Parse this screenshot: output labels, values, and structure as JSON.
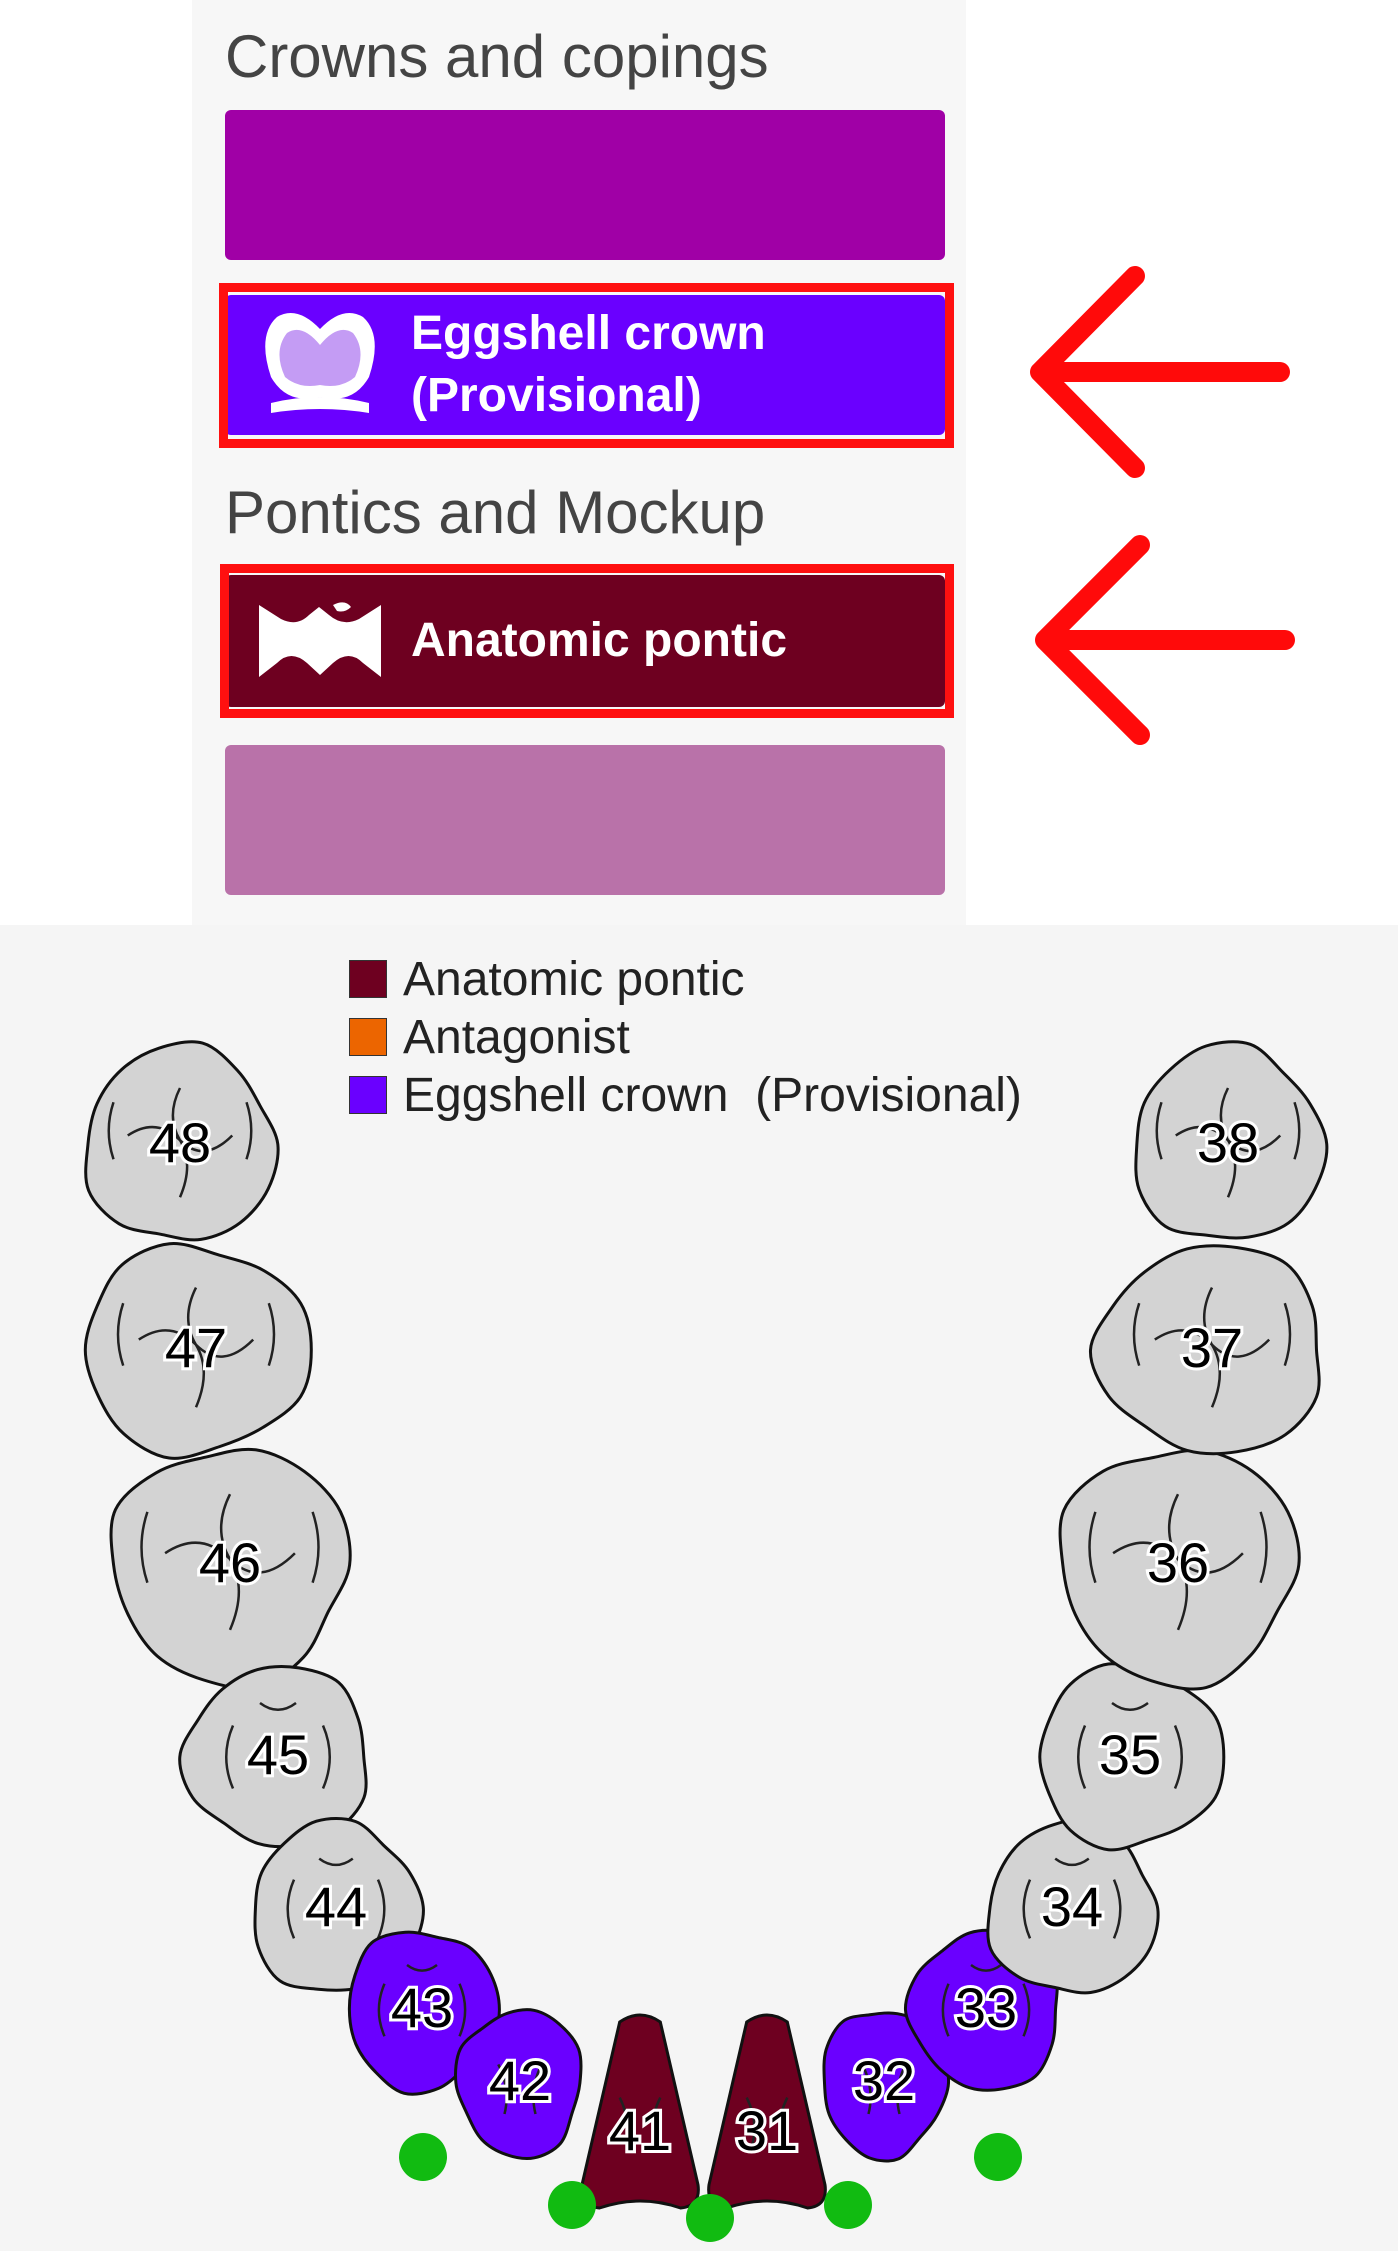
{
  "menu": {
    "crowns_section_title": "Crowns and copings",
    "pontics_section_title": "Pontics and Mockup",
    "buttons": {
      "crowns_top": {
        "label": "",
        "color": "#a000a6"
      },
      "eggshell": {
        "label_line1": "Eggshell crown",
        "label_line2": "(Provisional)",
        "color": "#6a00ff",
        "icon": "eggshell-crown-icon"
      },
      "anatomic_pontic": {
        "label": "Anatomic pontic",
        "color": "#6e0020",
        "icon": "anatomic-pontic-icon"
      },
      "pontics_bottom": {
        "label": "",
        "color": "#b972a9"
      }
    },
    "highlight_color": "#ff1010",
    "arrow_color": "#ff0a0a"
  },
  "legend": [
    {
      "label": "Anatomic pontic",
      "color": "#6e0020"
    },
    {
      "label": "Antagonist",
      "color": "#ec6500"
    },
    {
      "label": "Eggshell crown  (Provisional)",
      "color": "#6a00ff"
    }
  ],
  "teeth": [
    {
      "number": "48",
      "status": "none",
      "color": "#d3d3d3"
    },
    {
      "number": "47",
      "status": "none",
      "color": "#d3d3d3"
    },
    {
      "number": "46",
      "status": "none",
      "color": "#d3d3d3"
    },
    {
      "number": "45",
      "status": "none",
      "color": "#d3d3d3"
    },
    {
      "number": "44",
      "status": "none",
      "color": "#d3d3d3"
    },
    {
      "number": "43",
      "status": "eggshell",
      "color": "#6a00ff"
    },
    {
      "number": "42",
      "status": "eggshell",
      "color": "#6a00ff"
    },
    {
      "number": "41",
      "status": "pontic",
      "color": "#6e0020"
    },
    {
      "number": "31",
      "status": "pontic",
      "color": "#6e0020"
    },
    {
      "number": "32",
      "status": "eggshell",
      "color": "#6a00ff"
    },
    {
      "number": "33",
      "status": "eggshell",
      "color": "#6a00ff"
    },
    {
      "number": "34",
      "status": "none",
      "color": "#d3d3d3"
    },
    {
      "number": "35",
      "status": "none",
      "color": "#d3d3d3"
    },
    {
      "number": "36",
      "status": "none",
      "color": "#d3d3d3"
    },
    {
      "number": "37",
      "status": "none",
      "color": "#d3d3d3"
    },
    {
      "number": "38",
      "status": "none",
      "color": "#d3d3d3"
    }
  ],
  "connector_color": "#11bb11"
}
